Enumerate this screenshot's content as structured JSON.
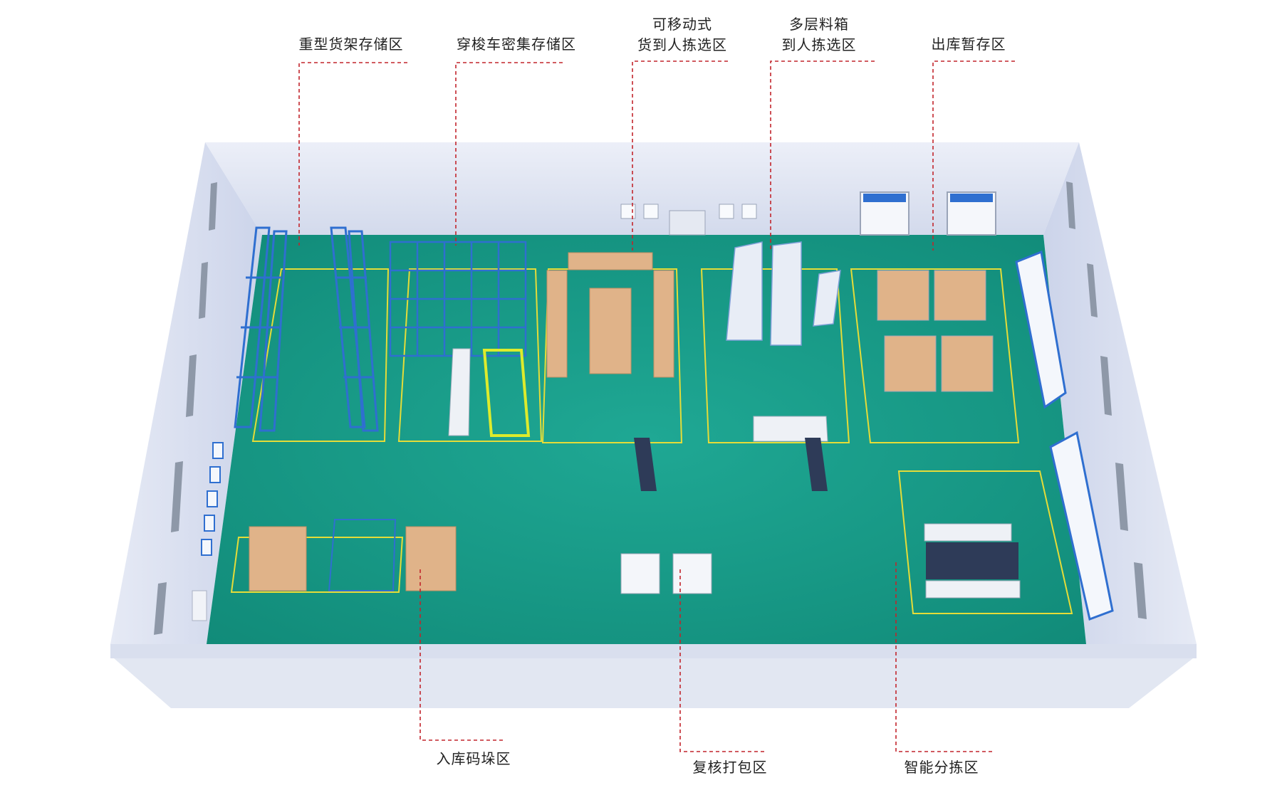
{
  "zones": {
    "heavy_rack": "重型货架存储区",
    "shuttle": "穿梭车密集存储区",
    "mobile_goods": "可移动式\n货到人拣选区",
    "multilayer_box": "多层料箱\n到人拣选区",
    "outbound_temp": "出库暂存区",
    "inbound_pallet": "入库码垛区",
    "review_pack": "复核打包区",
    "smart_sort": "智能分拣区"
  },
  "colors": {
    "floor": "#149A86",
    "wall": "#DDE3F2",
    "zone_outline": "#E5DC38",
    "leader_line": "#C2252C",
    "rack_blue": "#2F6FD0",
    "carton": "#E0B389"
  }
}
